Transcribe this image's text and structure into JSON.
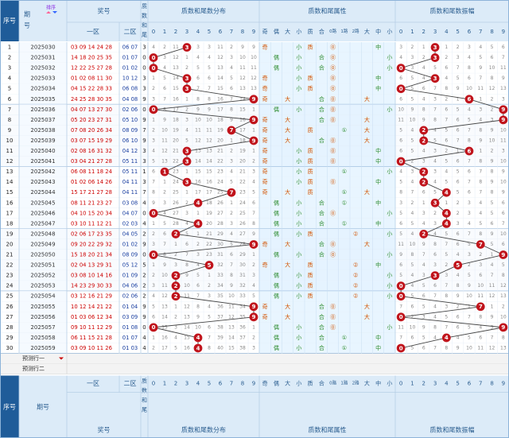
{
  "header": {
    "seq": "序号",
    "issue": "期号",
    "sort_label": "排序",
    "draw": "奖号",
    "zone1": "一区",
    "zone2": "二区",
    "calc_chars": [
      "质",
      "数",
      "和",
      "尾"
    ],
    "dist": "质数和尾数分布",
    "attr": "质数和尾属性",
    "amp": "质数和尾数振幅",
    "digits": [
      "0",
      "1",
      "2",
      "3",
      "4",
      "5",
      "6",
      "7",
      "8",
      "9"
    ],
    "attr_cols": [
      "奇",
      "偶",
      "大",
      "小",
      "质",
      "合",
      "0路",
      "1路",
      "2路",
      "大",
      "中",
      "小"
    ],
    "predict1": "预测行一",
    "predict2": "预测行二"
  },
  "footer": {
    "seq": "序号",
    "issue": "期号",
    "draw": "奖号",
    "zone1": "一区",
    "zone2": "二区",
    "calc_chars": [
      "质",
      "数",
      "和",
      "尾"
    ],
    "dist": "质数和尾数分布",
    "attr": "质数和尾属性",
    "amp": "质数和尾数振幅"
  },
  "rows": [
    {
      "seq": "1",
      "issue": "2025030",
      "front": "03 09 14 24 28",
      "back": "06 07",
      "v": 3,
      "amp": 3,
      "z": [
        4,
        2,
        11,
        null,
        3,
        3,
        11,
        2,
        9,
        9
      ]
    },
    {
      "seq": "2",
      "issue": "2025031",
      "front": "14 18 20 25 35",
      "back": "01 07",
      "v": 0,
      "amp": 3,
      "z": [
        null,
        3,
        12,
        1,
        4,
        4,
        12,
        3,
        10,
        10
      ]
    },
    {
      "seq": "3",
      "issue": "2025032",
      "front": "12 22 25 27 28",
      "back": "01 02",
      "v": 0,
      "amp": 0,
      "z": [
        null,
        4,
        13,
        2,
        5,
        5,
        13,
        4,
        11,
        11
      ]
    },
    {
      "seq": "4",
      "issue": "2025033",
      "front": "01 02 08 11 30",
      "back": "10 12",
      "v": 3,
      "amp": 3,
      "z": [
        1,
        5,
        14,
        null,
        6,
        6,
        14,
        5,
        12,
        12
      ]
    },
    {
      "seq": "5",
      "issue": "2025034",
      "front": "04 15 22 28 33",
      "back": "06 08",
      "v": 3,
      "amp": 0,
      "z": [
        2,
        6,
        15,
        null,
        7,
        7,
        15,
        6,
        13,
        13
      ]
    },
    {
      "seq": "6",
      "issue": "2025035",
      "front": "24 25 28 30 35",
      "back": "04 08",
      "v": 9,
      "amp": 6,
      "z": [
        3,
        7,
        16,
        1,
        8,
        8,
        16,
        7,
        14,
        null
      ]
    },
    {
      "seq": "7",
      "issue": "2025036",
      "front": "04 07 13 27 30",
      "back": "02 06",
      "v": 0,
      "amp": 9,
      "z": [
        null,
        8,
        17,
        2,
        9,
        9,
        17,
        8,
        15,
        1
      ]
    },
    {
      "seq": "8",
      "issue": "2025037",
      "front": "05 20 23 27 31",
      "back": "05 10",
      "v": 9,
      "amp": 9,
      "z": [
        1,
        9,
        18,
        3,
        10,
        10,
        18,
        9,
        16,
        null
      ]
    },
    {
      "seq": "9",
      "issue": "2025038",
      "front": "07 08 20 26 34",
      "back": "08 09",
      "v": 7,
      "amp": 2,
      "z": [
        2,
        10,
        19,
        4,
        11,
        11,
        19,
        null,
        17,
        1
      ]
    },
    {
      "seq": "10",
      "issue": "2025039",
      "front": "03 07 15 19 29",
      "back": "06 10",
      "v": 9,
      "amp": 2,
      "z": [
        3,
        11,
        20,
        5,
        12,
        12,
        20,
        1,
        18,
        null
      ]
    },
    {
      "seq": "11",
      "issue": "2025040",
      "front": "02 08 16 31 32",
      "back": "04 12",
      "v": 3,
      "amp": 6,
      "z": [
        4,
        12,
        21,
        null,
        13,
        13,
        21,
        2,
        19,
        1
      ]
    },
    {
      "seq": "12",
      "issue": "2025041",
      "front": "03 04 21 27 28",
      "back": "05 11",
      "v": 3,
      "amp": 0,
      "z": [
        5,
        13,
        22,
        null,
        14,
        14,
        22,
        3,
        20,
        2
      ]
    },
    {
      "seq": "13",
      "issue": "2025042",
      "front": "06 08 11 18 24",
      "back": "05 11",
      "v": 1,
      "amp": 2,
      "z": [
        6,
        null,
        23,
        1,
        15,
        15,
        23,
        4,
        21,
        3
      ]
    },
    {
      "seq": "14",
      "issue": "2025043",
      "front": "01 02 06 14 26",
      "back": "04 11",
      "v": 3,
      "amp": 2,
      "z": [
        7,
        1,
        24,
        null,
        16,
        16,
        24,
        5,
        22,
        4
      ]
    },
    {
      "seq": "15",
      "issue": "2025044",
      "front": "15 17 21 27 28",
      "back": "04 11",
      "v": 7,
      "amp": 4,
      "z": [
        8,
        2,
        25,
        1,
        17,
        17,
        25,
        null,
        23,
        5
      ]
    },
    {
      "seq": "16",
      "issue": "2025045",
      "front": "08 11 21 23 27",
      "back": "03 08",
      "v": 4,
      "amp": 3,
      "z": [
        9,
        3,
        26,
        2,
        null,
        18,
        26,
        1,
        24,
        6
      ]
    },
    {
      "seq": "17",
      "issue": "2025046",
      "front": "04 10 15 20 34",
      "back": "04 07",
      "v": 0,
      "amp": 4,
      "z": [
        null,
        4,
        27,
        3,
        1,
        19,
        27,
        2,
        25,
        7
      ]
    },
    {
      "seq": "18",
      "issue": "2025047",
      "front": "03 10 11 12 21",
      "back": "02 03",
      "v": 4,
      "amp": 4,
      "z": [
        1,
        5,
        28,
        4,
        null,
        20,
        28,
        3,
        26,
        8
      ]
    },
    {
      "seq": "19",
      "issue": "2025048",
      "front": "02 06 17 23 35",
      "back": "04 05",
      "v": 2,
      "amp": 2,
      "z": [
        2,
        6,
        null,
        5,
        1,
        21,
        29,
        4,
        27,
        9
      ]
    },
    {
      "seq": "20",
      "issue": "2025049",
      "front": "09 20 22 29 32",
      "back": "01 02",
      "v": 9,
      "amp": 7,
      "z": [
        3,
        7,
        1,
        6,
        2,
        22,
        30,
        5,
        28,
        null
      ]
    },
    {
      "seq": "21",
      "issue": "2025050",
      "front": "15 18 20 21 34",
      "back": "08 09",
      "v": 0,
      "amp": 9,
      "z": [
        null,
        8,
        2,
        7,
        3,
        23,
        31,
        6,
        29,
        1
      ]
    },
    {
      "seq": "22",
      "issue": "2025051",
      "front": "02 04 13 29 31",
      "back": "05 12",
      "v": 5,
      "amp": 5,
      "z": [
        1,
        9,
        3,
        8,
        4,
        null,
        32,
        7,
        30,
        2
      ]
    },
    {
      "seq": "23",
      "issue": "2025052",
      "front": "03 08 10 14 16",
      "back": "01 09",
      "v": 2,
      "amp": 3,
      "z": [
        2,
        10,
        null,
        9,
        5,
        1,
        33,
        8,
        31,
        3
      ]
    },
    {
      "seq": "24",
      "issue": "2025053",
      "front": "14 23 29 30 33",
      "back": "04 06",
      "v": 2,
      "amp": 0,
      "z": [
        3,
        11,
        null,
        10,
        6,
        2,
        34,
        9,
        32,
        4
      ]
    },
    {
      "seq": "25",
      "issue": "2025054",
      "front": "03 12 16 21 29",
      "back": "02 06",
      "v": 2,
      "amp": 0,
      "z": [
        4,
        12,
        null,
        11,
        7,
        3,
        35,
        10,
        33,
        5
      ]
    },
    {
      "seq": "26",
      "issue": "2025055",
      "front": "10 12 14 21 22",
      "back": "01 04",
      "v": 9,
      "amp": 7,
      "z": [
        5,
        13,
        1,
        12,
        8,
        4,
        36,
        11,
        34,
        null
      ]
    },
    {
      "seq": "27",
      "issue": "2025056",
      "front": "01 03 06 12 34",
      "back": "03 09",
      "v": 9,
      "amp": 0,
      "z": [
        6,
        14,
        2,
        13,
        9,
        5,
        37,
        12,
        35,
        null
      ]
    },
    {
      "seq": "28",
      "issue": "2025057",
      "front": "09 10 11 12 29",
      "back": "01 08",
      "v": 0,
      "amp": 9,
      "z": [
        null,
        15,
        3,
        14,
        10,
        6,
        38,
        13,
        36,
        1
      ]
    },
    {
      "seq": "29",
      "issue": "2025058",
      "front": "06 11 15 21 28",
      "back": "01 07",
      "v": 4,
      "amp": 4,
      "z": [
        1,
        16,
        4,
        15,
        null,
        7,
        39,
        14,
        37,
        2
      ]
    },
    {
      "seq": "30",
      "issue": "2025059",
      "front": "03 09 10 11 26",
      "back": "01 03",
      "v": 4,
      "amp": 0,
      "z": [
        2,
        17,
        5,
        16,
        null,
        8,
        40,
        15,
        38,
        3
      ]
    }
  ],
  "colors": {
    "header_bg": "#dcebf8",
    "header_text": "#2a5d8f",
    "seq_bg": "#1f5c99",
    "front_text": "#cc0000",
    "back_text": "#1a3fa0",
    "ball": "#c0141c",
    "attr_bg": "#d6ecff",
    "attr_text": "#2d8c2d",
    "orange_text": "#d35400",
    "grid": "#b7cfe6",
    "row_alt": "#eef6ff"
  }
}
